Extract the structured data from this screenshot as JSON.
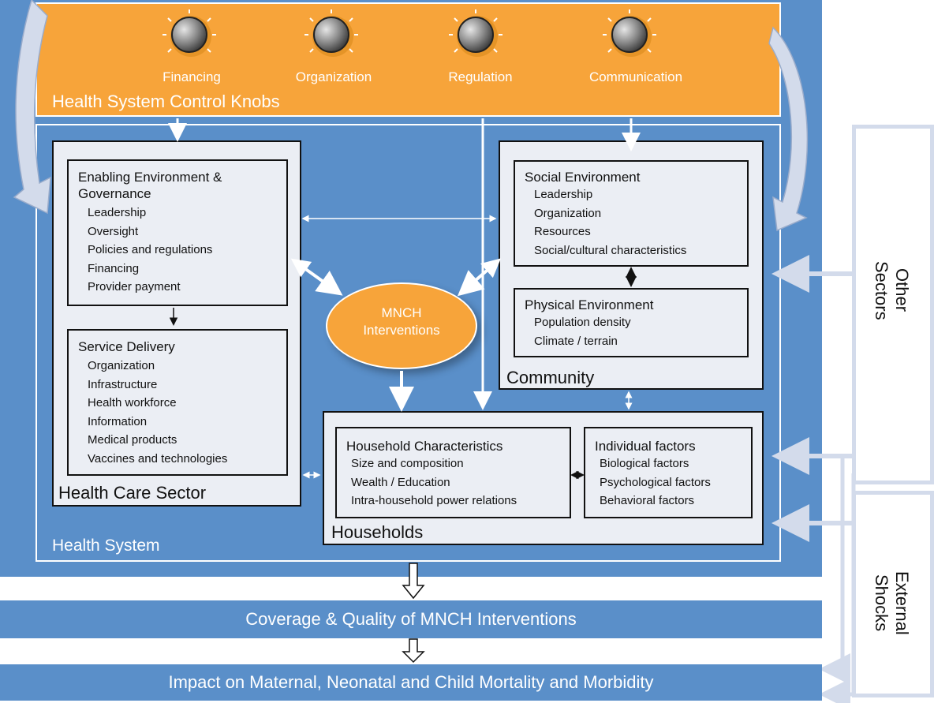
{
  "colors": {
    "outer_blue": "#5a8fc9",
    "orange": "#f7a43a",
    "box_fill": "#ebeef4",
    "side_gray": "#d3dbeb"
  },
  "control_knobs": {
    "title": "Health System Control Knobs",
    "knobs": [
      "Financing",
      "Organization",
      "Regulation",
      "Communication"
    ]
  },
  "health_system_label": "Health System",
  "health_care_sector": {
    "label": "Health Care Sector",
    "enabling": {
      "title_line1": "Enabling Environment &",
      "title_line2": "Governance",
      "items": [
        "Leadership",
        "Oversight",
        "Policies and regulations",
        "Financing",
        "Provider payment"
      ]
    },
    "service_delivery": {
      "title": "Service Delivery",
      "items": [
        "Organization",
        "Infrastructure",
        "Health workforce",
        "Information",
        "Medical products",
        "Vaccines and technologies"
      ]
    }
  },
  "mnch": {
    "line1": "MNCH",
    "line2": "Interventions"
  },
  "community": {
    "label": "Community",
    "social": {
      "title": "Social Environment",
      "items": [
        "Leadership",
        "Organization",
        "Resources",
        "Social/cultural characteristics"
      ]
    },
    "physical": {
      "title": "Physical Environment",
      "items": [
        "Population density",
        "Climate / terrain"
      ]
    }
  },
  "households": {
    "label": "Households",
    "characteristics": {
      "title": "Household Characteristics",
      "items": [
        "Size and composition",
        "Wealth / Education",
        "Intra-household power relations"
      ]
    },
    "individual": {
      "title": "Individual factors",
      "items": [
        "Biological factors",
        "Psychological factors",
        "Behavioral factors"
      ]
    }
  },
  "side": {
    "other_sectors_line1": "Other",
    "other_sectors_line2": "Sectors",
    "external_shocks_line1": "External",
    "external_shocks_line2": "Shocks"
  },
  "bands": {
    "coverage": "Coverage & Quality of MNCH Interventions",
    "impact": "Impact on Maternal, Neonatal and Child Mortality and Morbidity"
  }
}
